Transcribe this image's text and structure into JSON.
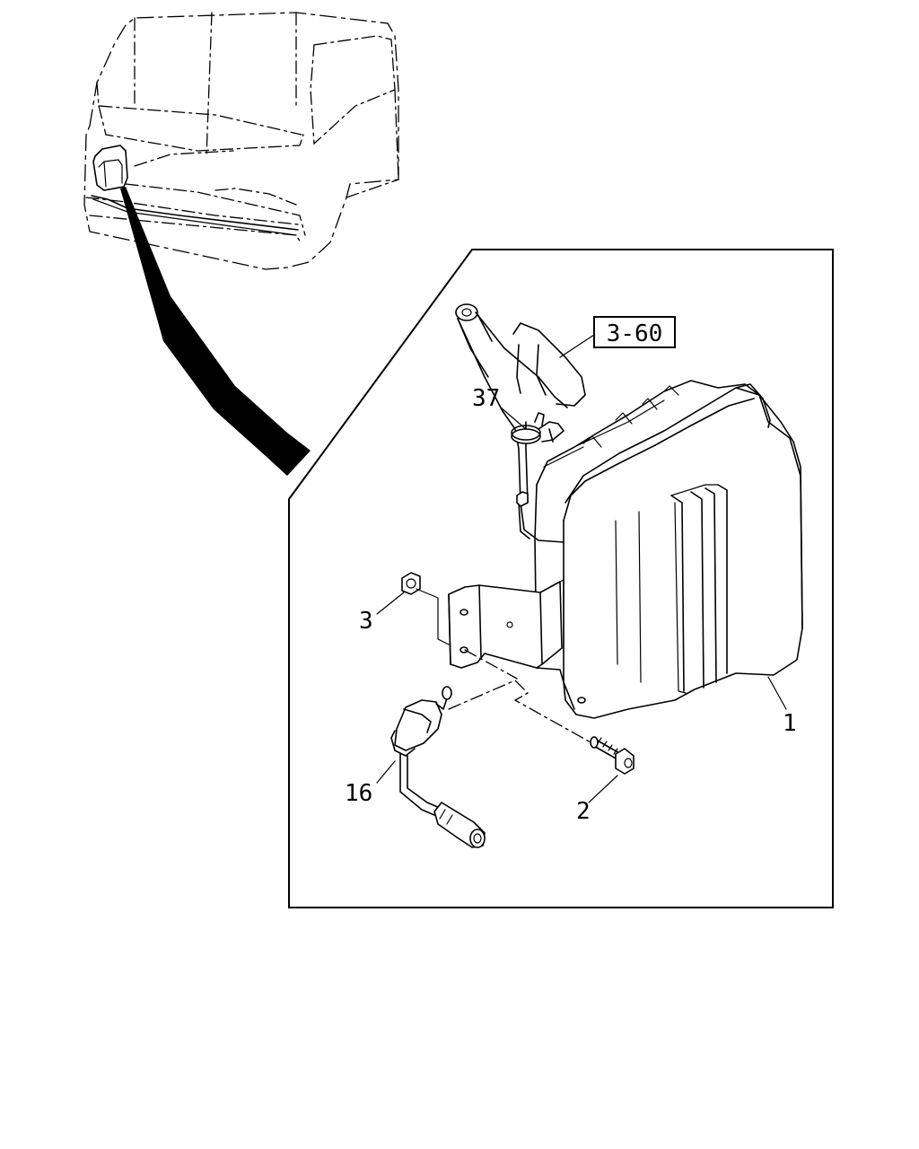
{
  "callouts": {
    "ref_box": "3-60",
    "item_37": "37",
    "item_3": "3",
    "item_1": "1",
    "item_16": "16",
    "item_2": "2"
  }
}
